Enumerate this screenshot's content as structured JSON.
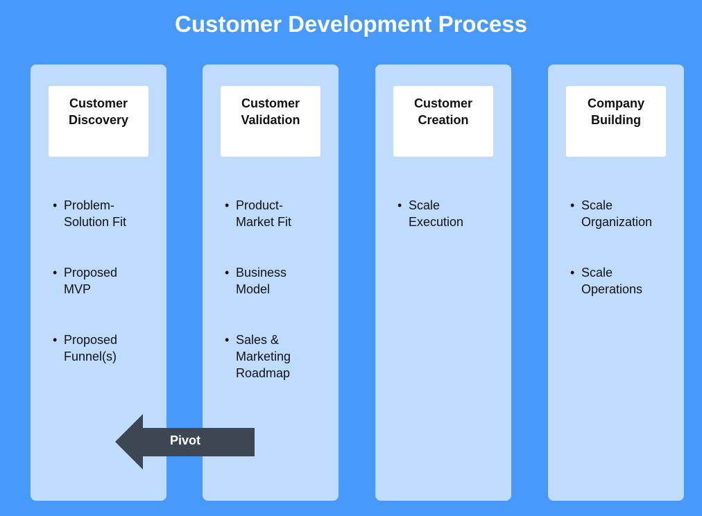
{
  "title": "Customer Development Process",
  "colors": {
    "background": "#4799fb",
    "column": "#bfdbfe",
    "header_box": "#ffffff",
    "arrow": "#3d4653"
  },
  "columns": [
    {
      "header": "Customer\nDiscovery",
      "bullets": [
        "Problem-\nSolution Fit",
        "Proposed\nMVP",
        "Proposed\nFunnel(s)"
      ]
    },
    {
      "header": "Customer\nValidation",
      "bullets": [
        "Product-\nMarket Fit",
        "Business\nModel",
        "Sales &\nMarketing\nRoadmap"
      ]
    },
    {
      "header": "Customer\nCreation",
      "bullets": [
        "Scale\nExecution"
      ]
    },
    {
      "header": "Company\nBuilding",
      "bullets": [
        "Scale\nOrganization",
        "Scale\nOperations"
      ]
    }
  ],
  "pivot": {
    "label": "Pivot",
    "direction": "left"
  }
}
